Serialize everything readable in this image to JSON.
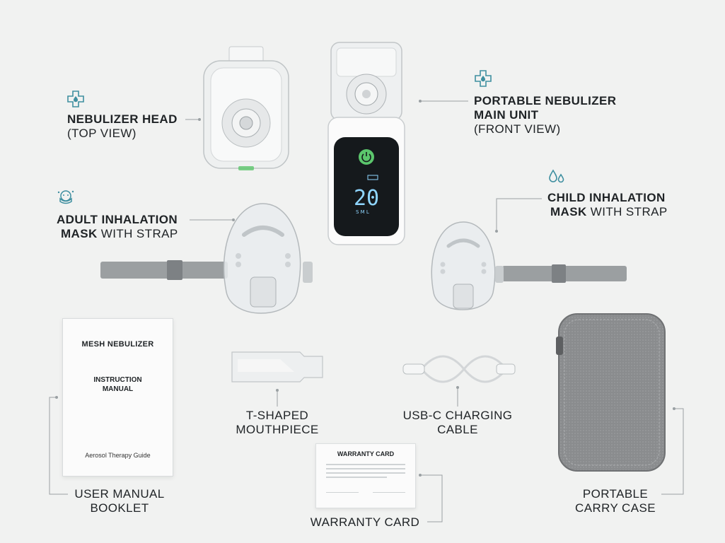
{
  "labels": {
    "nebulizer_head": {
      "bold": "NEBULIZER HEAD",
      "light": "(TOP VIEW)"
    },
    "main_unit": {
      "bold1": "PORTABLE NEBULIZER",
      "bold2": "MAIN UNIT",
      "light": "(FRONT VIEW)"
    },
    "adult_mask": {
      "bold1": "ADULT INHALATION",
      "bold2": "MASK",
      "light": "WITH STRAP"
    },
    "child_mask": {
      "bold1": "CHILD INHALATION",
      "bold2": "MASK",
      "light": "WITH STRAP"
    },
    "mouthpiece": {
      "line1": "T-SHAPED",
      "line2": "MOUTHPIECE"
    },
    "cable": {
      "line1": "USB-C CHARGING",
      "line2": "CABLE"
    },
    "manual": {
      "line1": "USER MANUAL",
      "line2": "BOOKLET"
    },
    "warranty": {
      "line1": "WARRANTY CARD"
    },
    "case": {
      "line1": "PORTABLE",
      "line2": "CARRY CASE"
    }
  },
  "booklet": {
    "title": "MESH NEBULIZER",
    "subtitle1": "INSTRUCTION",
    "subtitle2": "MANUAL",
    "footer": "Aerosol Therapy Guide"
  },
  "warranty_card": {
    "title": "WARRANTY CARD"
  },
  "display": {
    "digits": "20",
    "modes": "S  M  L"
  },
  "colors": {
    "accent_teal": "#3f8fa0",
    "power_green": "#5bc66c",
    "display_blue": "#8fd6ff",
    "case_gray": "#8a8c8e",
    "strap_gray": "#9b9fa1"
  },
  "icons": [
    "medical-cross-icon",
    "face-mask-icon",
    "water-drops-icon",
    "power-icon"
  ]
}
